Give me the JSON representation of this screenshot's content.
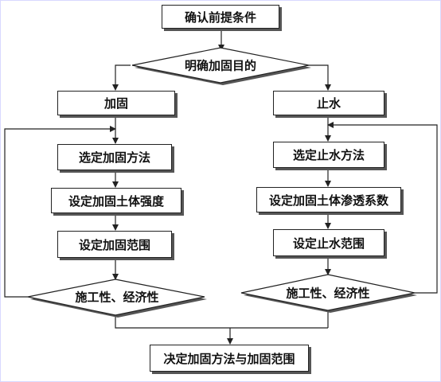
{
  "steps": {
    "confirm_premise": "确认前提条件",
    "clarify_purpose": "明确加固目的",
    "reinforce": "加固",
    "waterproof": "止水",
    "select_reinforce_method": "选定加固方法",
    "set_soil_strength": "设定加固土体强度",
    "set_reinforce_range": "设定加固范围",
    "left_decision": "施工性、经济性",
    "select_waterproof_method": "选定止水方法",
    "set_permeability": "设定加固土体渗透系数",
    "set_waterproof_range": "设定止水范围",
    "right_decision": "施工性、经济性",
    "final_decision": "决定加固方法与加固范围"
  }
}
